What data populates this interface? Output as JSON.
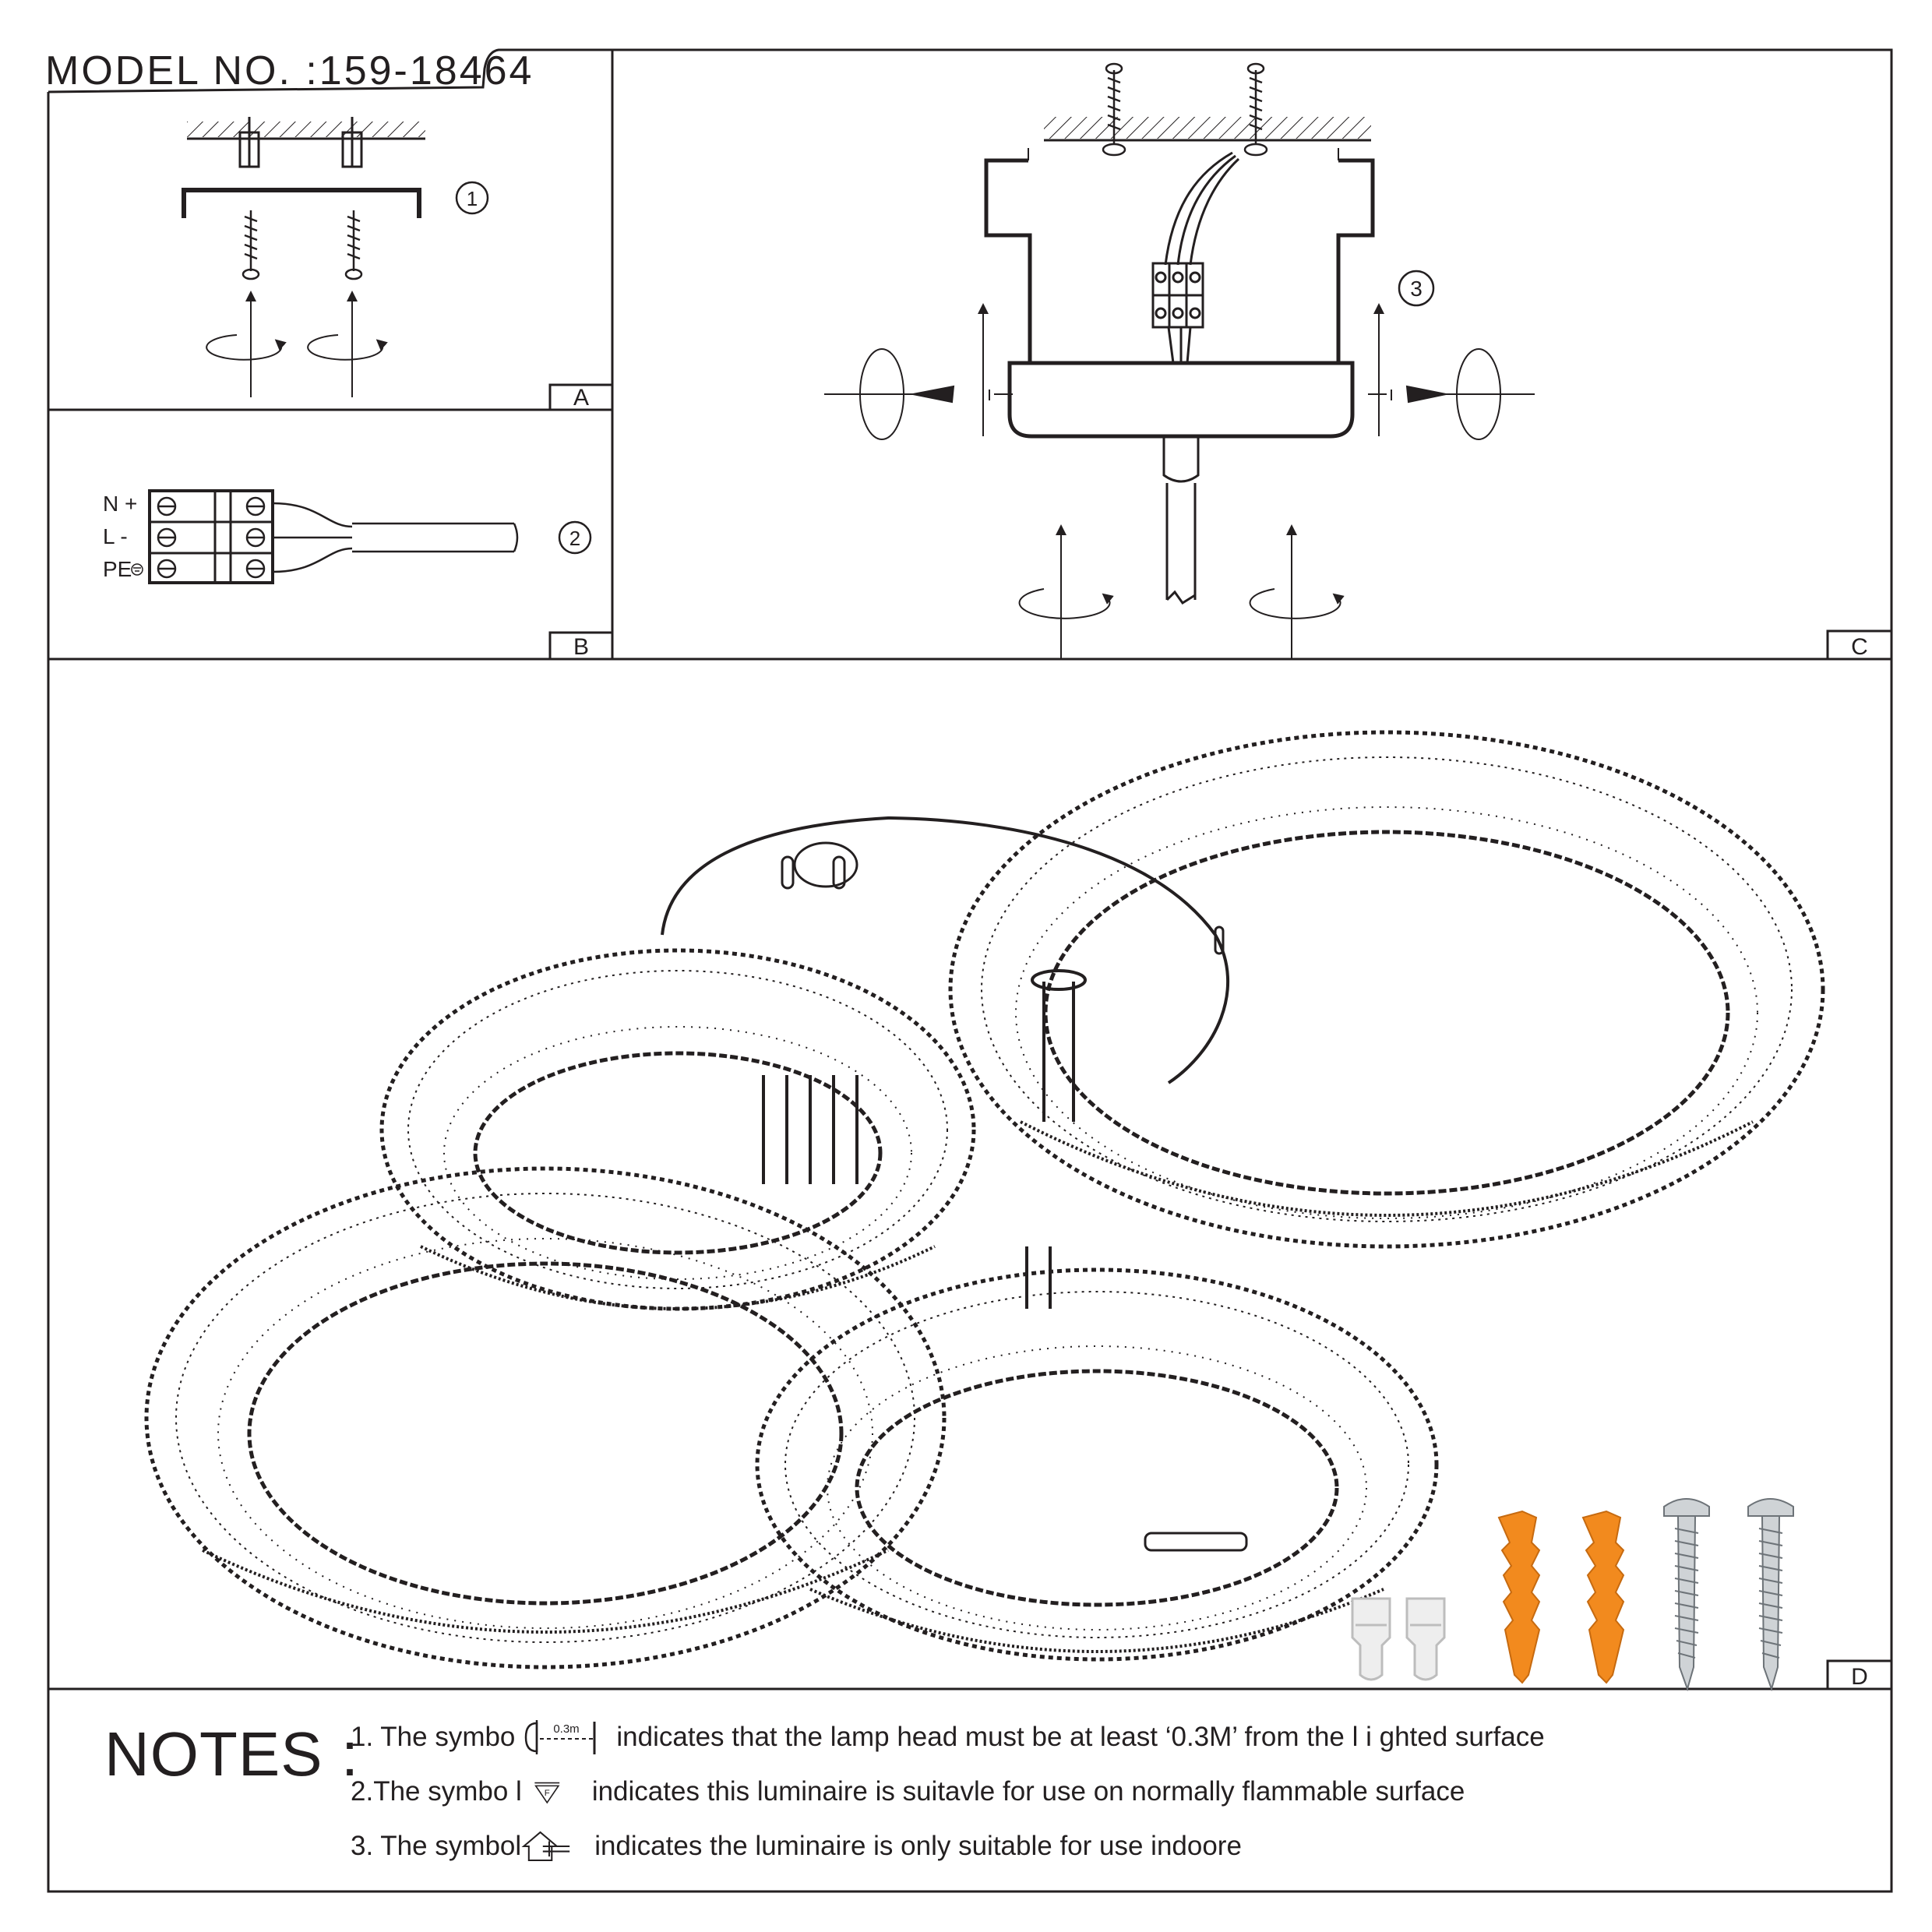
{
  "header": {
    "model_label": "MODEL NO. :159-18464"
  },
  "panels": {
    "a": {
      "letter": "A",
      "step": "1"
    },
    "b": {
      "letter": "B",
      "step": "2",
      "terminals": [
        "N +",
        "L -",
        "PE"
      ]
    },
    "c": {
      "letter": "C",
      "step": "3"
    },
    "d": {
      "letter": "D"
    }
  },
  "notes": {
    "title": "NOTES :",
    "items": [
      {
        "prefix": "1. The symbo",
        "symbol_text": "0.3m",
        "suffix": "indicates that the lamp head must be at least ‘0.3M’ from the l i ghted surface"
      },
      {
        "prefix": "2.The symbo l",
        "symbol_text": "F",
        "suffix": "indicates this luminaire is suitavle for use on normally flammable surface"
      },
      {
        "prefix": "3. The symbol",
        "symbol_text": "",
        "suffix": "indicates the luminaire is only suitable for use indoore"
      }
    ]
  },
  "colors": {
    "line": "#231f20",
    "anchor": "#f28a1e",
    "connector": "#eeeeee",
    "screw": "#9aa0a6"
  }
}
